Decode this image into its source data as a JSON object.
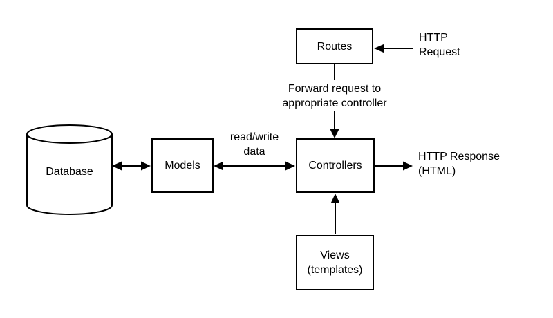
{
  "nodes": {
    "routes": {
      "label": "Routes"
    },
    "models": {
      "label": "Models"
    },
    "controllers": {
      "label": "Controllers"
    },
    "views": {
      "line1": "Views",
      "line2": "(templates)"
    },
    "database": {
      "label": "Database"
    }
  },
  "annotations": {
    "http_request": {
      "line1": "HTTP",
      "line2": "Request"
    },
    "forward_request": {
      "line1": "Forward request to",
      "line2": "appropriate controller"
    },
    "read_write": {
      "line1": "read/write",
      "line2": "data"
    },
    "http_response": {
      "line1": "HTTP Response",
      "line2": "(HTML)"
    }
  },
  "colors": {
    "stroke": "#000000",
    "background": "#ffffff"
  }
}
